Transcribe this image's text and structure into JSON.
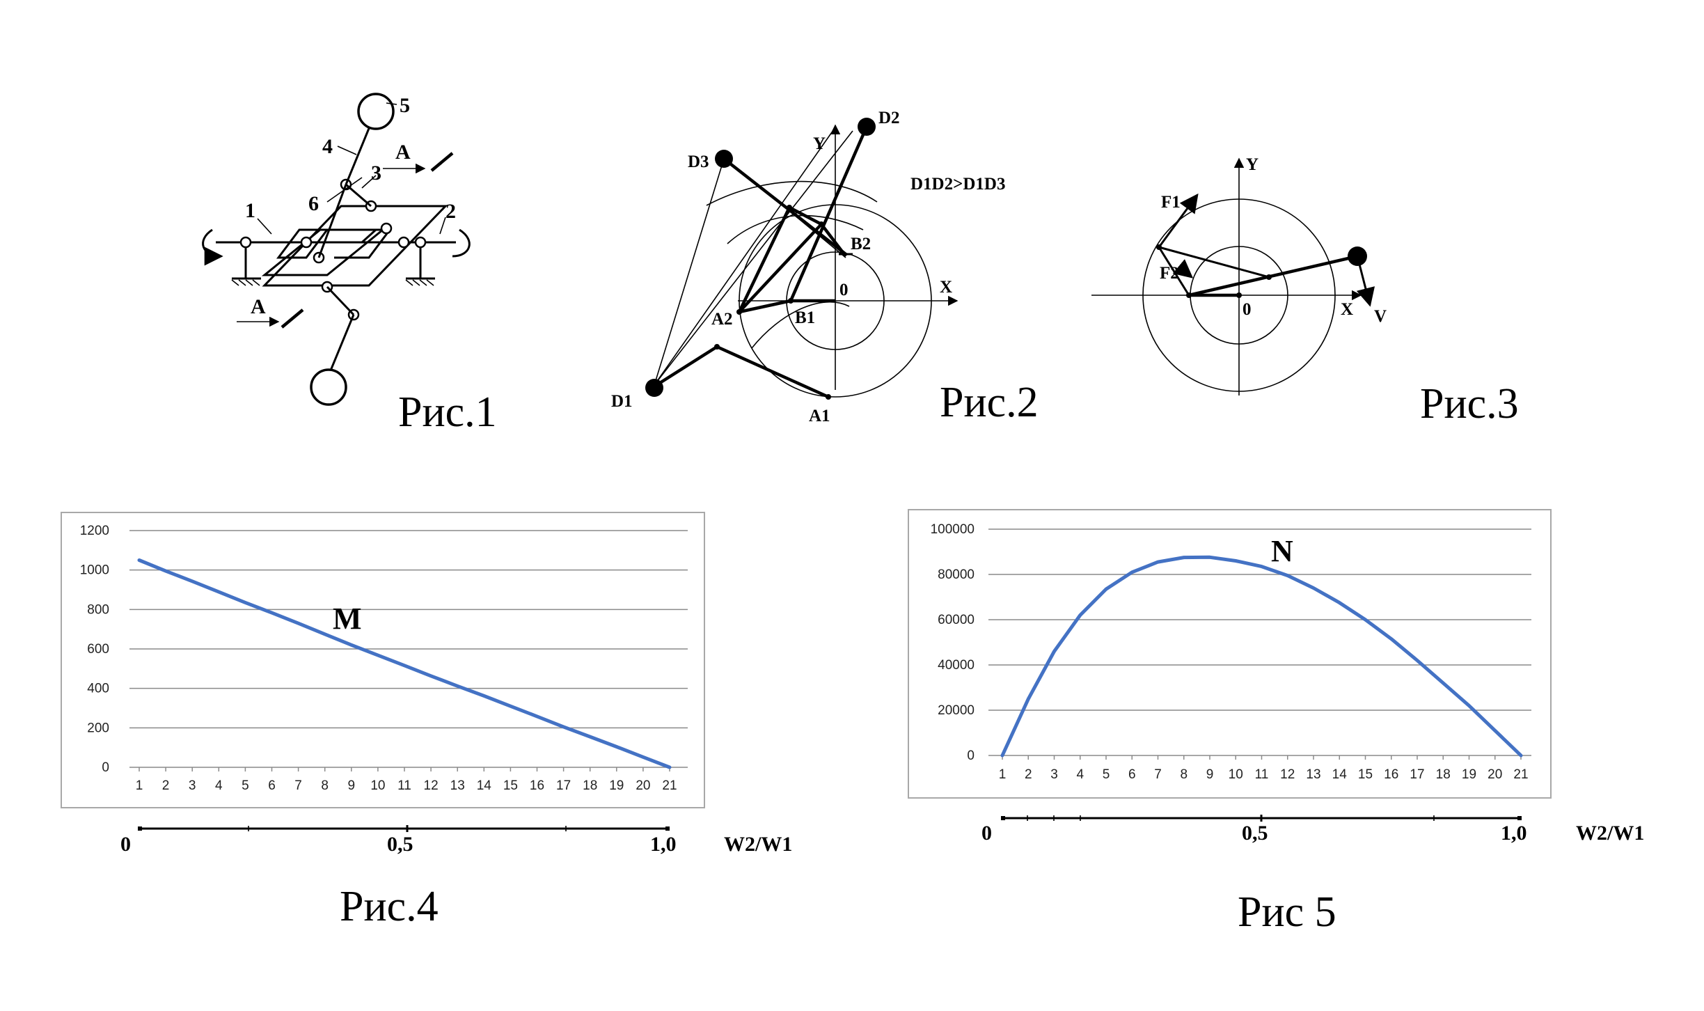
{
  "figures": {
    "fig1": {
      "caption": "Рис.1",
      "labels": {
        "n5": "5",
        "n4": "4",
        "n3": "3",
        "n6": "6",
        "n1": "1",
        "n2": "2",
        "a_top": "A",
        "a_bottom": "A"
      }
    },
    "fig2": {
      "caption": "Рис.2",
      "labels": {
        "d1": "D1",
        "d2": "D2",
        "d3": "D3",
        "a1": "A1",
        "a2": "A2",
        "b1": "B1",
        "b2": "B2",
        "x": "X",
        "y": "Y",
        "o": "0",
        "relation": "D1D2>D1D3"
      }
    },
    "fig3": {
      "caption": "Рис.3",
      "labels": {
        "y": "Y",
        "x": "X",
        "o": "0",
        "f1": "F1",
        "f2": "F2",
        "v": "V"
      }
    },
    "fig4": {
      "caption": "Рис.4",
      "ratio_axis": {
        "start": "0",
        "mid": "0,5",
        "end": "1,0",
        "label": "W2/W1"
      }
    },
    "fig5": {
      "caption": "Рис 5",
      "ratio_axis": {
        "start": "0",
        "mid": "0,5",
        "end": "1,0",
        "label": "W2/W1"
      }
    }
  },
  "chart_data": [
    {
      "type": "line",
      "figure": "Рис.4",
      "series": [
        {
          "name": "M",
          "values": [
            1050,
            995,
            943,
            889,
            835,
            783,
            730,
            675,
            620,
            568,
            516,
            463,
            412,
            362,
            310,
            258,
            205,
            155,
            104,
            52,
            0
          ]
        }
      ],
      "categories": [
        "1",
        "2",
        "3",
        "4",
        "5",
        "6",
        "7",
        "8",
        "9",
        "10",
        "11",
        "12",
        "13",
        "14",
        "15",
        "16",
        "17",
        "18",
        "19",
        "20",
        "21"
      ],
      "ylim": [
        0,
        1200
      ],
      "yticks": [
        "0",
        "200",
        "400",
        "600",
        "800",
        "1000",
        "1200"
      ],
      "grid": true,
      "color": "#4472c4",
      "title": "",
      "xlabel": "",
      "ylabel": ""
    },
    {
      "type": "line",
      "figure": "Рис 5",
      "series": [
        {
          "name": "N",
          "values": [
            0,
            25000,
            46000,
            62000,
            73500,
            81000,
            85500,
            87500,
            87600,
            86000,
            83500,
            79500,
            74000,
            67500,
            60000,
            51500,
            42000,
            32000,
            22000,
            11000,
            0
          ]
        }
      ],
      "categories": [
        "1",
        "2",
        "3",
        "4",
        "5",
        "6",
        "7",
        "8",
        "9",
        "10",
        "11",
        "12",
        "13",
        "14",
        "15",
        "16",
        "17",
        "18",
        "19",
        "20",
        "21"
      ],
      "ylim": [
        0,
        100000
      ],
      "yticks": [
        "0",
        "20000",
        "40000",
        "60000",
        "80000",
        "100000"
      ],
      "grid": true,
      "color": "#4472c4",
      "title": "",
      "xlabel": "",
      "ylabel": ""
    }
  ]
}
